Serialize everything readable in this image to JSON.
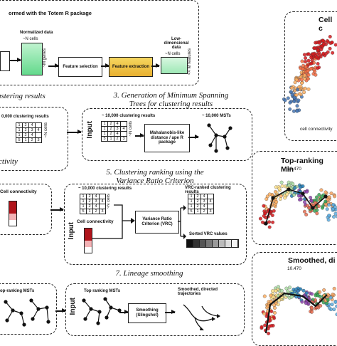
{
  "top": {
    "header": "ormed with the Totem R package",
    "normalized_data": "Normalized data",
    "n_cells": "~N cells",
    "m_genes": "~M genes",
    "feature_selection": "Feature selection",
    "feature_extraction": "Feature extraction",
    "low_dim": "Low-dimensional data",
    "n_cells_right": "~N cells",
    "features": "<< M features"
  },
  "step1": {
    "title": "ustering results",
    "header": "0,000 clustering results",
    "grid": [
      [
        "1",
        "2",
        "4",
        ""
      ],
      [
        "1",
        "2",
        "3",
        "4"
      ],
      [
        "1",
        "2",
        "4",
        ""
      ],
      [
        "5",
        "1",
        "2",
        "3"
      ]
    ],
    "n_cells": "~N cells",
    "connectivity": "ctivity"
  },
  "step3": {
    "title_line1": "3. Generation of Minimum Spanning",
    "title_line2": "Trees for clustering results",
    "input": "Input",
    "header": "~ 10,000 clustering results",
    "grid": [
      [
        "1",
        "2",
        "4",
        ""
      ],
      [
        "1",
        "2",
        "3",
        "4"
      ],
      [
        "1",
        "2",
        "4",
        ""
      ],
      [
        "5",
        "1",
        "2",
        "3"
      ]
    ],
    "n_cells": "~N cells",
    "mahalanobis": "Mahalanobis-like distance / ape R package",
    "msts": "~ 10,000 MSTs"
  },
  "step5": {
    "title_line1": "5. Clustering ranking using the",
    "title_line2": "Variance Ratio Criterion",
    "cell_connectivity_left": "Cell connectivity",
    "input": "Input",
    "header": "~ 10,000 clustering results",
    "grid": [
      [
        "1",
        "2",
        "4",
        ""
      ],
      [
        "1",
        "2",
        "3",
        "4"
      ],
      [
        "1",
        "2",
        "4",
        ""
      ],
      [
        "5",
        "1",
        "2",
        "3"
      ]
    ],
    "n_cells": "~N cells",
    "cell_connectivity": "Cell connectivity",
    "vrc": "Variance Ratio Criterion (VRC)",
    "vrc_ranked": "VRC-ranked clustering results",
    "sorted_vrc": "Sorted VRC values"
  },
  "step7": {
    "title": "7. Lineage smoothing",
    "left_header": "op-ranking MSTs",
    "input": "Input",
    "top_ranking": "Top ranking MSTs",
    "smoothing": "Smoothing (Slingshot)",
    "smoothed": "Smoothed, directed trajectories"
  },
  "right": {
    "panel1_title": "Cell c",
    "panel1_caption": "cell connectivity",
    "panel2_title": "Top-ranking Min",
    "panel2_label": "10.470",
    "panel3_title": "Smoothed, di",
    "panel3_label": "10.470"
  },
  "colors": {
    "normalized_fill": "#7fe0a0",
    "extraction_fill": "#f3c94a",
    "lowdim_fill": "#b9f0c8",
    "connectivity_dark": "#b0141b",
    "connectivity_light": "#f3b2b5"
  }
}
